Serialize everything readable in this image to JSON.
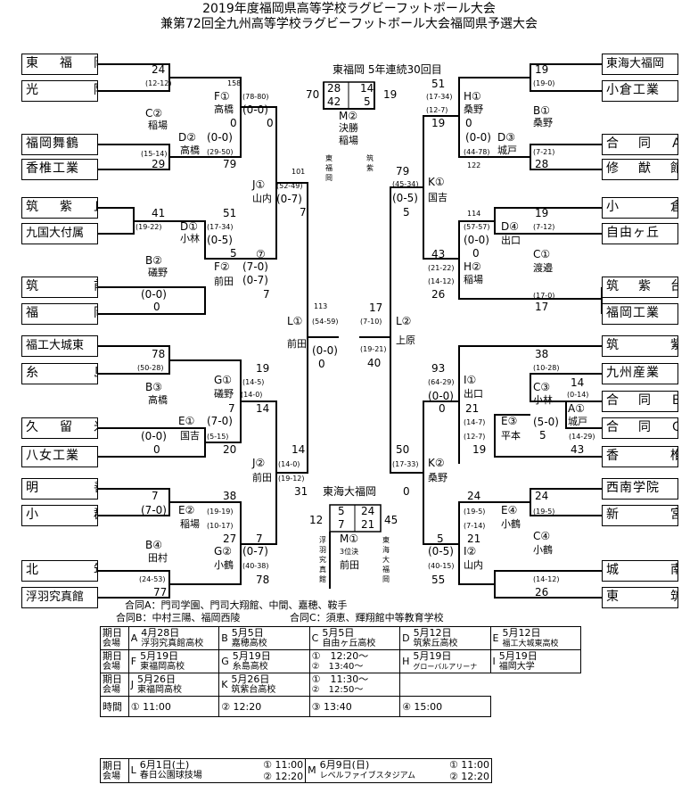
{
  "title1": "2019年度福岡県高等学校ラグビーフットボール大会",
  "title2": "兼第72回全九州高等学校ラグビーフットボール大会福岡県予選大会",
  "left_teams": [
    "東　福　岡",
    "光　　　陵",
    "福岡舞鶴",
    "香椎工業",
    "筑　紫　丘",
    "九国大付属",
    "筑　　　前",
    "福　　　岡",
    "福工大城東",
    "糸　　　島",
    "久　留　米",
    "八女工業",
    "明　　　善",
    "小　　　郡",
    "北　　　筑",
    "浮羽究真館"
  ],
  "right_teams": [
    "東海大福岡",
    "小倉工業",
    "合　同　Ａ",
    "修　猷　館",
    "小　　　倉",
    "自由ヶ丘",
    "筑　紫　台",
    "福岡工業",
    "筑　　　紫",
    "九州産業",
    "合　同　Ｂ",
    "合　同　Ｃ",
    "香　　　椎",
    "西南学院",
    "新　　　宮",
    "城　　　南",
    "東　　　筑"
  ],
  "final": {
    "header": "東福岡 5年連続30回目",
    "left_total": "70",
    "right_total": "19",
    "left_h1": "28",
    "right_h1": "14",
    "left_h2": "42",
    "right_h2": "5",
    "match": "M②",
    "round": "決勝",
    "venue": "稲場",
    "left_vert": "東福岡",
    "right_vert": "筑紫"
  },
  "third": {
    "header": "東海大福岡",
    "left_total": "12",
    "right_total": "45",
    "left_h1": "5",
    "right_h1": "24",
    "left_h2": "7",
    "right_h2": "21",
    "match": "M①",
    "round": "3位決",
    "venue": "前田",
    "left_vert": "浮羽究真館",
    "right_vert": "東海大福岡"
  },
  "scores": {
    "a1": "24",
    "a1s": "(12-12)",
    "a2": "C②",
    "a2v": "稲場",
    "b1": "(15-14)",
    "b2": "29",
    "c1": "158",
    "c2": "F①",
    "c3": "(78-80)",
    "c4": "高橋",
    "c5": "(0-0)",
    "c6": "0",
    "c7": "0",
    "c8": "D②",
    "c9": "(0-0)",
    "c10": "高橋",
    "c11": "(29-50)",
    "c12": "79",
    "d1": "101",
    "d2": "J①",
    "d3": "(52-49)",
    "d4": "山内",
    "d5": "(0-7)",
    "d6": "7",
    "e1": "41",
    "e2": "(19-22)",
    "e3": "D①",
    "e4": "小林",
    "e5": "51",
    "e6": "(17-34)",
    "e7": "(0-5)",
    "e8": "5",
    "e9": "B②",
    "e10": "礒野",
    "e11": "⑦",
    "e12": "F②",
    "e13": "(7-0)",
    "e14": "前田",
    "e15": "(0-7)",
    "e16": "7",
    "e17": "(0-0)",
    "e18": "0",
    "l1": "113",
    "l2": "L①",
    "l3": "(54-59)",
    "l4": "前田",
    "l5": "(0-0)",
    "l6": "0",
    "f1": "78",
    "f2": "(50-28)",
    "f3": "B③",
    "f4": "高橋",
    "f5": "19",
    "f6": "G①",
    "f7": "(14-5)",
    "f8": "礒野",
    "f9": "(14-0)",
    "f10": "7",
    "f11": "14",
    "f12": "E①",
    "f13": "(7-0)",
    "f14": "国吉",
    "f15": "(5-15)",
    "f16": "(0-0)",
    "f17": "0",
    "f18": "20",
    "f19": "14",
    "f20": "J②",
    "f21": "(14-0)",
    "f22": "前田",
    "f23": "(19-12)",
    "f24": "31",
    "g1": "7",
    "g2": "(7-0)",
    "g3": "38",
    "g4": "E②",
    "g5": "(19-19)",
    "g6": "稲場",
    "g7": "(10-17)",
    "g8": "27",
    "g9": "7",
    "g10": "B④",
    "g11": "田村",
    "g12": "G②",
    "g13": "(0-7)",
    "g14": "小鶴",
    "g15": "(40-38)",
    "g16": "78",
    "g17": "(24-53)",
    "g18": "77",
    "h1": "19",
    "h2": "(19-0)",
    "h3": "B①",
    "h4": "桑野",
    "h5": "51",
    "h6": "(17-34)",
    "h7": "H①",
    "h8": "(12-7)",
    "h9": "桑野",
    "h10": "19",
    "h11": "0",
    "h12": "(0-0)",
    "h13": "D③",
    "h14": "城戸",
    "h15": "(44-78)",
    "h16": "(7-21)",
    "h17": "122",
    "h18": "28",
    "k1": "79",
    "k2": "(45-34)",
    "k3": "K①",
    "k4": "(0-5)",
    "k5": "国吉",
    "k6": "5",
    "i1": "114",
    "i2": "19",
    "i3": "(57-57)",
    "i4": "D④",
    "i5": "(7-12)",
    "i6": "(0-0)",
    "i7": "出口",
    "i8": "0",
    "i9": "C①",
    "i10": "43",
    "i11": "H②",
    "i12": "渡邉",
    "i13": "(21-22)",
    "i14": "稲場",
    "i15": "(14-12)",
    "i16": "(17-0)",
    "i17": "26",
    "i18": "17",
    "r1": "17",
    "r2": "L②",
    "r3": "(7-10)",
    "r4": "上原",
    "r5": "(19-21)",
    "r6": "40",
    "j1": "38",
    "j2": "(10-28)",
    "j3": "93",
    "j4": "I①",
    "j5": "(64-29)",
    "j6": "14",
    "j7": "C③",
    "j8": "(0-14)",
    "j9": "(0-0)",
    "j10": "小林",
    "j11": "A①",
    "j12": "0",
    "j13": "21",
    "j14": "(5-0)",
    "j15": "城戸",
    "j16": "(14-7)",
    "j17": "E③",
    "j18": "5",
    "j19": "(14-29)",
    "j20": "(12-7)",
    "j21": "平本",
    "j22": "5",
    "j23": "19",
    "j24": "43",
    "k7": "50",
    "k8": "(17-33)",
    "k9": "K②",
    "k10": "桑野",
    "k11": "0",
    "m1": "24",
    "m2": "24",
    "m3": "(19-5)",
    "m4": "E④",
    "m5": "(19-5)",
    "m6": "(7-14)",
    "m7": "小鶴",
    "m8": "21",
    "m9": "C④",
    "m10": "5",
    "m11": "I②",
    "m12": "小鶴",
    "m13": "(0-5)",
    "m14": "山内",
    "m15": "(40-15)",
    "m16": "55",
    "m17": "(14-12)",
    "m18": "26",
    "j_left": "出口",
    "i_score": "0"
  },
  "notes": {
    "n1": "合同A：門司学園、門司大翔館、中間、嘉穂、鞍手",
    "n2": "合同B：中村三陽、福岡西陵",
    "n3": "合同C：須恵、輝翔館中等教育学校"
  },
  "schedule": {
    "h_date": "期日",
    "h_venue": "会場",
    "row1": [
      {
        "letter": "A",
        "date": "4月28日",
        "venue": "浮羽究真館高校"
      },
      {
        "letter": "B",
        "date": "5月5日",
        "venue": "嘉穂高校"
      },
      {
        "letter": "C",
        "date": "5月5日",
        "venue": "自由ヶ丘高校"
      },
      {
        "letter": "D",
        "date": "5月12日",
        "venue": "筑紫丘高校"
      },
      {
        "letter": "E",
        "date": "5月12日",
        "venue": "福工大城東高校"
      }
    ],
    "row2": [
      {
        "letter": "F",
        "date": "5月19日",
        "venue": "東福岡高校"
      },
      {
        "letter": "G",
        "date": "5月19日",
        "venue": "糸島高校"
      },
      {
        "letter": "",
        "date": "①　12:20～",
        "venue": "②　13:40～"
      },
      {
        "letter": "H",
        "date": "5月19日",
        "venue": "グローバルアリーナ"
      },
      {
        "letter": "I",
        "date": "5月19日",
        "venue": "福岡大学"
      }
    ],
    "row3": [
      {
        "letter": "J",
        "date": "5月26日",
        "venue": "東福岡高校"
      },
      {
        "letter": "K",
        "date": "5月26日",
        "venue": "筑紫台高校"
      },
      {
        "letter": "",
        "date": "①　11:30～",
        "venue": "②　12:50～"
      }
    ],
    "time_label": "時間",
    "times": [
      "① 11:00",
      "② 12:20",
      "③ 13:40",
      "④ 15:00"
    ],
    "final": {
      "l_letter": "L",
      "l_date": "6月1日(土)",
      "l_venue": "春日公園球技場",
      "l_t1": "① 11:00",
      "l_t2": "② 12:20",
      "m_letter": "M",
      "m_date": "6月9日(日)",
      "m_venue": "レベルファイブスタジアム",
      "m_t1": "① 11:00",
      "m_t2": "② 12:20"
    }
  }
}
